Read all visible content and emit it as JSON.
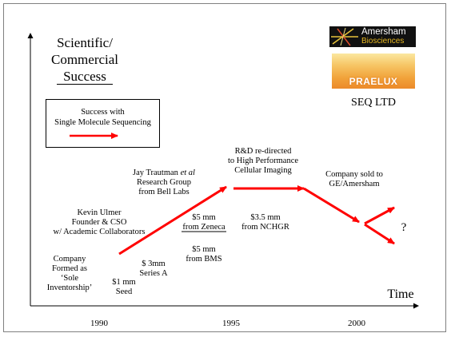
{
  "y_axis_label": [
    "Scientific/",
    "Commercial",
    "Success"
  ],
  "x_axis_label": "Time",
  "x_ticks": [
    "1990",
    "1995",
    "2000"
  ],
  "legend_box": {
    "line1": "Success with",
    "line2": "Single Molecule Sequencing"
  },
  "logos": {
    "amersham": {
      "main": "Amersham",
      "sub": "Biosciences"
    },
    "praelux": "PRAELUX",
    "seq": "SEQ LTD"
  },
  "annotations": {
    "company_formed": [
      "Company",
      "Formed as",
      "‘Sole",
      "Inventorship’"
    ],
    "seed": [
      "$1 mm",
      "Seed"
    ],
    "series_a": [
      "$ 3mm",
      "Series A"
    ],
    "ulmer": [
      "Kevin Ulmer",
      "Founder & CSO",
      "w/ Academic Collaborators"
    ],
    "trautman_name": "Jay Trautman",
    "trautman_etal": "et al",
    "trautman_rest": [
      "Research Group",
      "from Bell Labs"
    ],
    "zeneca": [
      "$5 mm",
      "from Zeneca"
    ],
    "bms": [
      "$5 mm",
      "from BMS"
    ],
    "redirected": [
      "R&D re-directed",
      "to High Performance",
      "Cellular Imaging"
    ],
    "nchgr": [
      "$3.5  mm",
      "from NCHGR"
    ],
    "sold": [
      "Company sold to",
      "GE/Amersham"
    ],
    "question": "?"
  },
  "colors": {
    "trajectory": "#ff0000",
    "axis": "#000000"
  }
}
